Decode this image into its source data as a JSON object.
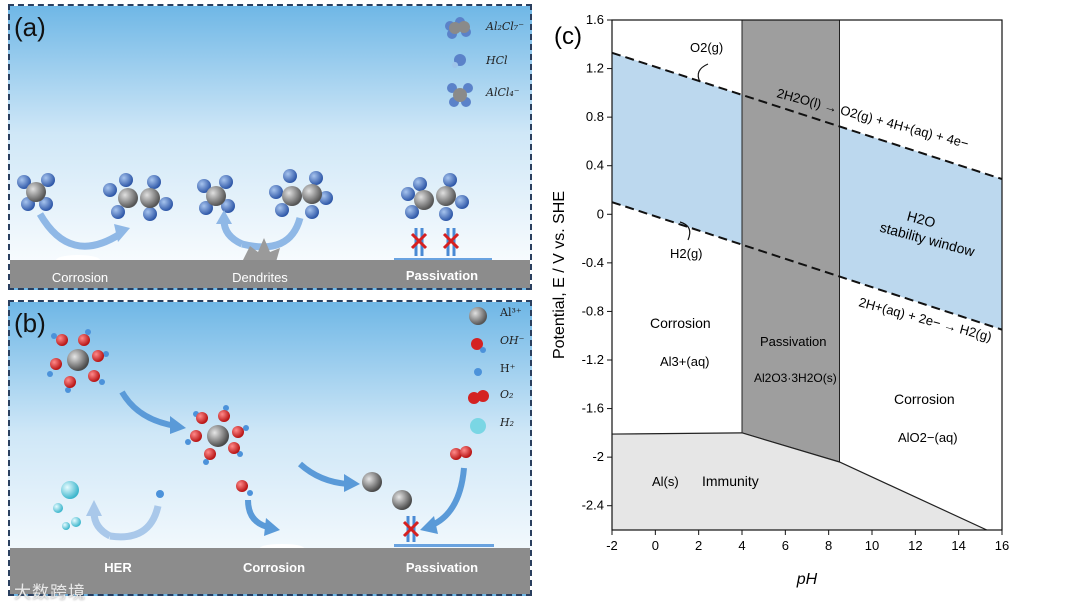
{
  "panel_a": {
    "label": "(a)",
    "legend": [
      {
        "formula": "Al₂Cl₇⁻",
        "icon": "al2cl7-molecule-icon"
      },
      {
        "formula": "HCl",
        "icon": "hcl-molecule-icon"
      },
      {
        "formula": "AlCl₄⁻",
        "icon": "alcl4-molecule-icon"
      }
    ],
    "ground_labels": {
      "corrosion": "Corrosion",
      "dendrites": "Dendrites",
      "passivation": "Passivation"
    }
  },
  "panel_b": {
    "label": "(b)",
    "legend": [
      {
        "formula": "Al³⁺",
        "icon": "al3-ion-icon"
      },
      {
        "formula": "OH⁻",
        "icon": "hydroxide-icon"
      },
      {
        "formula": "H⁺",
        "icon": "proton-icon"
      },
      {
        "formula": "O₂",
        "icon": "oxygen-molecule-icon"
      },
      {
        "formula": "H₂",
        "icon": "hydrogen-molecule-icon"
      }
    ],
    "ground_labels": {
      "her": "HER",
      "corrosion": "Corrosion",
      "passivation": "Passivation"
    }
  },
  "chart_data": {
    "type": "diagram",
    "panel_label": "(c)",
    "xlabel": "pH",
    "ylabel": "Potential, E / V vs. SHE",
    "xlim": [
      -2,
      16
    ],
    "ylim": [
      -2.6,
      1.6
    ],
    "xticks": [
      "-2",
      "0",
      "2",
      "4",
      "6",
      "8",
      "10",
      "12",
      "14",
      "16"
    ],
    "yticks": [
      "-2.4",
      "-2",
      "-1.6",
      "-1.2",
      "-0.8",
      "-0.4",
      "0",
      "0.4",
      "0.8",
      "1.2",
      "1.6"
    ],
    "lines": {
      "o2_line": {
        "ph": [
          -2,
          16
        ],
        "E": [
          1.33,
          0.29
        ]
      },
      "h2_line": {
        "ph": [
          -2,
          16
        ],
        "E": [
          0.1,
          -0.95
        ]
      }
    },
    "regions": {
      "passivation_band_ph": [
        4.0,
        8.5
      ],
      "immunity_boundary": {
        "ph": [
          -2,
          4.0,
          8.5,
          15.3
        ],
        "E": [
          -1.81,
          -1.8,
          -2.04,
          -2.6
        ]
      }
    },
    "labels": {
      "o2": "O2(g)",
      "o2_reaction": "2H2O(l) → O2(g) + 4H+(aq) + 4e−",
      "h2": "H2(g)",
      "h2_reaction": "2H+(aq) + 2e− → H2(g)",
      "water_window_1": "H2O",
      "water_window_2": "stability window",
      "corrosion_left": "Corrosion",
      "al3": "Al3+(aq)",
      "passivation": "Passivation",
      "al2o3": "Al2O3·3H2O(s)",
      "corrosion_right": "Corrosion",
      "alo2": "AlO2−(aq)",
      "al_s": "Al(s)",
      "immunity": "Immunity"
    },
    "colors": {
      "water_window": "#bcd8ee",
      "passivation": "#9e9e9e",
      "immunity": "#e6e6e6"
    }
  },
  "watermark": "大数跨境"
}
